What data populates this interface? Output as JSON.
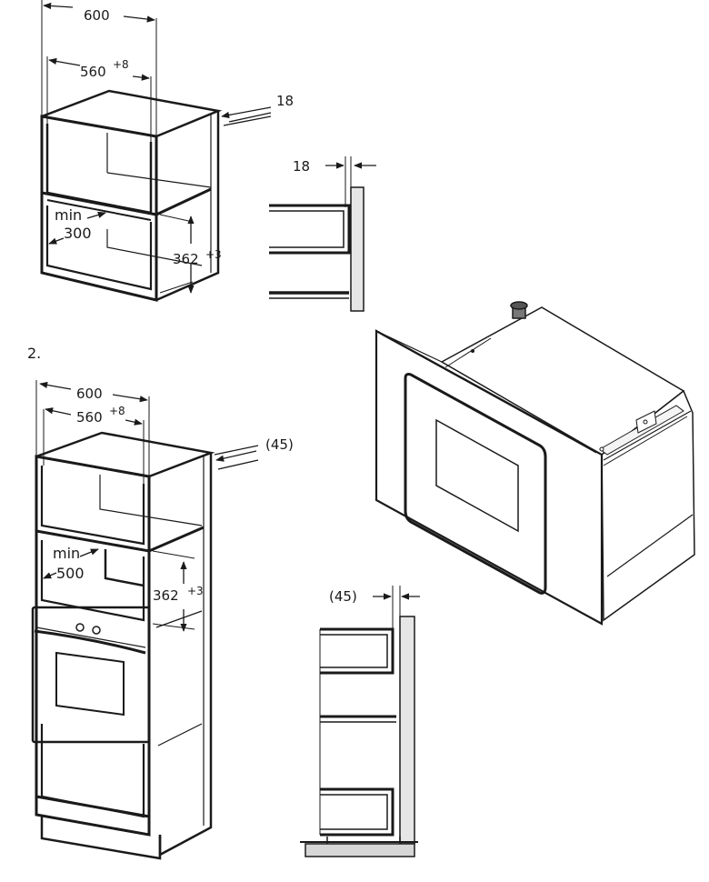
{
  "figure1": {
    "outer_width": "600",
    "inner_width": "560",
    "inner_width_tol": "+8",
    "panel_thickness": "18",
    "depth_prefix": "min",
    "depth": "300",
    "height": "362",
    "height_tol": "+3",
    "section_gap": "18"
  },
  "figure2": {
    "number": "2.",
    "outer_width": "600",
    "inner_width": "560",
    "inner_width_tol": "+8",
    "panel_gap": "(45)",
    "depth_prefix": "min",
    "depth": "500",
    "height": "362",
    "height_tol": "+3",
    "section_gap": "(45)"
  }
}
